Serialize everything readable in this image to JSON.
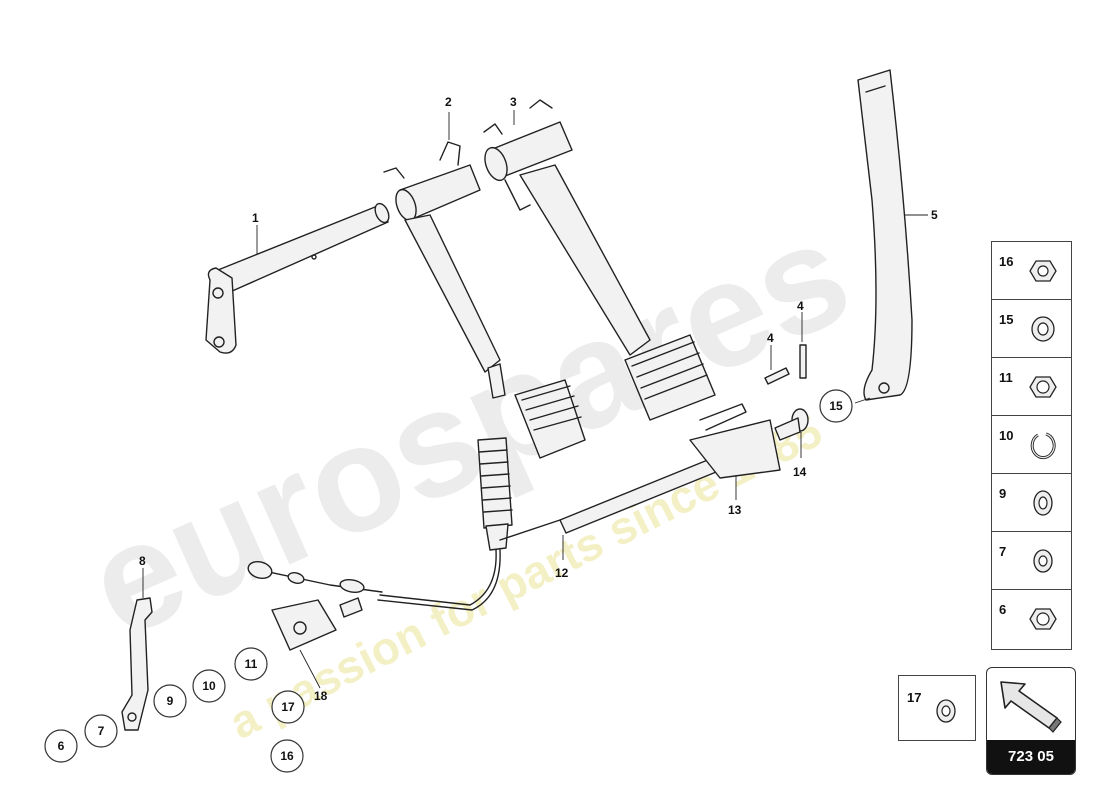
{
  "watermark": {
    "brand": "eurospares",
    "tagline": "a passion for parts since 1985",
    "brand_color": "#d9d9d9",
    "tagline_color": "#efe7a6"
  },
  "callouts": [
    "1",
    "2",
    "3",
    "4",
    "4",
    "5",
    "6",
    "7",
    "8",
    "9",
    "10",
    "11",
    "12",
    "13",
    "14",
    "15",
    "16",
    "17",
    "18"
  ],
  "legend": [
    {
      "number": "16",
      "icon": "nut-icon"
    },
    {
      "number": "15",
      "icon": "washer-icon"
    },
    {
      "number": "11",
      "icon": "nut-icon"
    },
    {
      "number": "10",
      "icon": "circlip-icon"
    },
    {
      "number": "9",
      "icon": "washer-icon"
    },
    {
      "number": "7",
      "icon": "washer-icon"
    },
    {
      "number": "6",
      "icon": "nut-icon"
    }
  ],
  "extra_legend": {
    "number": "17",
    "icon": "washer-icon"
  },
  "navigation": {
    "code": "723 05",
    "icon": "arrow-icon"
  }
}
